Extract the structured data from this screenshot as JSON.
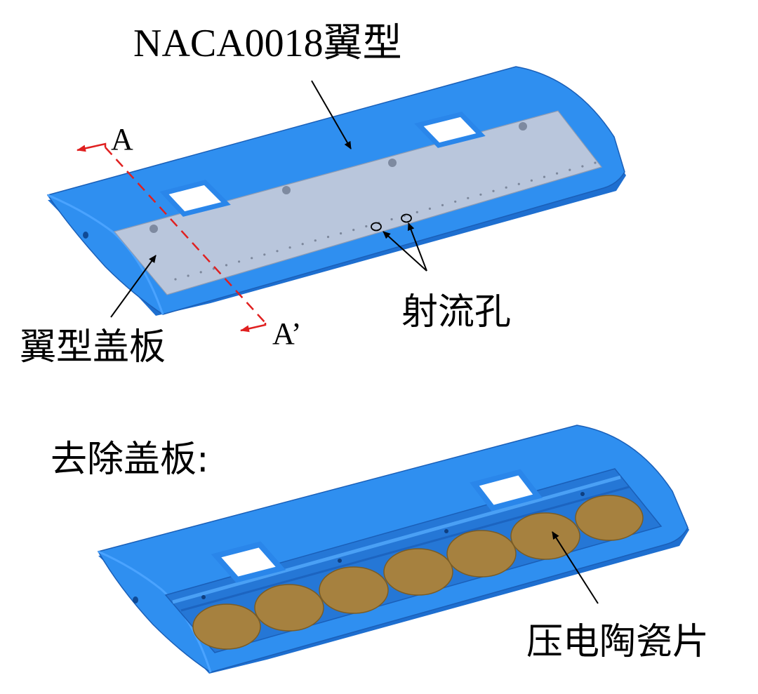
{
  "labels": {
    "airfoil_title": "NACA0018翼型",
    "section_start": "A",
    "section_end": "A’",
    "jet_holes": "射流孔",
    "cover_plate": "翼型盖板",
    "remove_cover": "去除盖板:",
    "piezo_ceramic": "压电陶瓷片"
  },
  "colors": {
    "wing_top": "#2f8ff0",
    "wing_side": "#1e6fd0",
    "wing_edge": "#1a5fb8",
    "cover_plate": "#b9c6dc",
    "slot_frame": "#2a86ea",
    "piezo": "#a6813f",
    "piezo_edge": "#7a5c25",
    "section_line": "#e02020",
    "annotation": "#000000"
  }
}
